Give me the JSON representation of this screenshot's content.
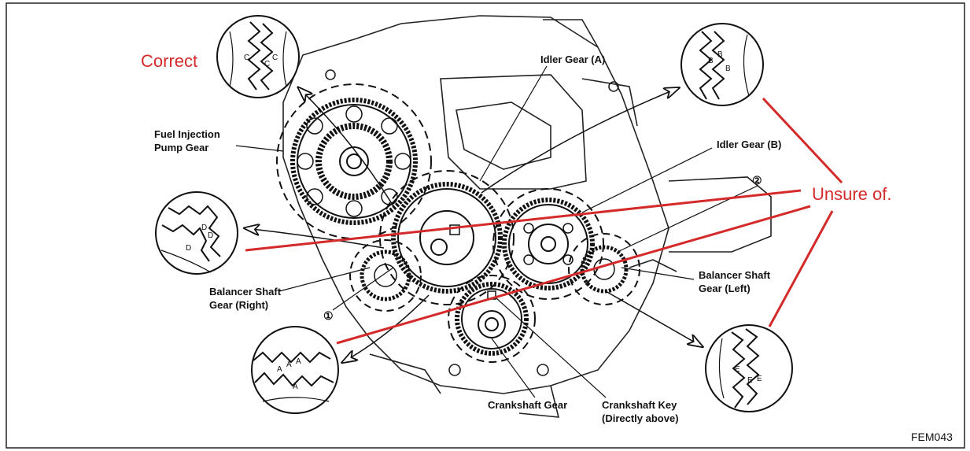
{
  "annotations": {
    "correct": "Correct",
    "unsure": "Unsure of."
  },
  "labels": {
    "idler_gear_a": "Idler Gear (A)",
    "idler_gear_b": "Idler Gear (B)",
    "fuel_injection_line1": "Fuel Injection",
    "fuel_injection_line2": "Pump Gear",
    "balancer_right_line1": "Balancer Shaft",
    "balancer_right_line2": "Gear (Right)",
    "balancer_left_line1": "Balancer Shaft",
    "balancer_left_line2": "Gear (Left)",
    "crankshaft_gear": "Crankshaft Gear",
    "crankshaft_key_line1": "Crankshaft Key",
    "crankshaft_key_line2": "(Directly above)",
    "callout_1": "①",
    "callout_2": "②",
    "figure_code": "FEM043"
  },
  "marks": {
    "c": "C",
    "b": "B",
    "d": "D",
    "a": "A",
    "e": "E"
  },
  "colors": {
    "annotation": "#d42a2a",
    "line": "#111111"
  }
}
